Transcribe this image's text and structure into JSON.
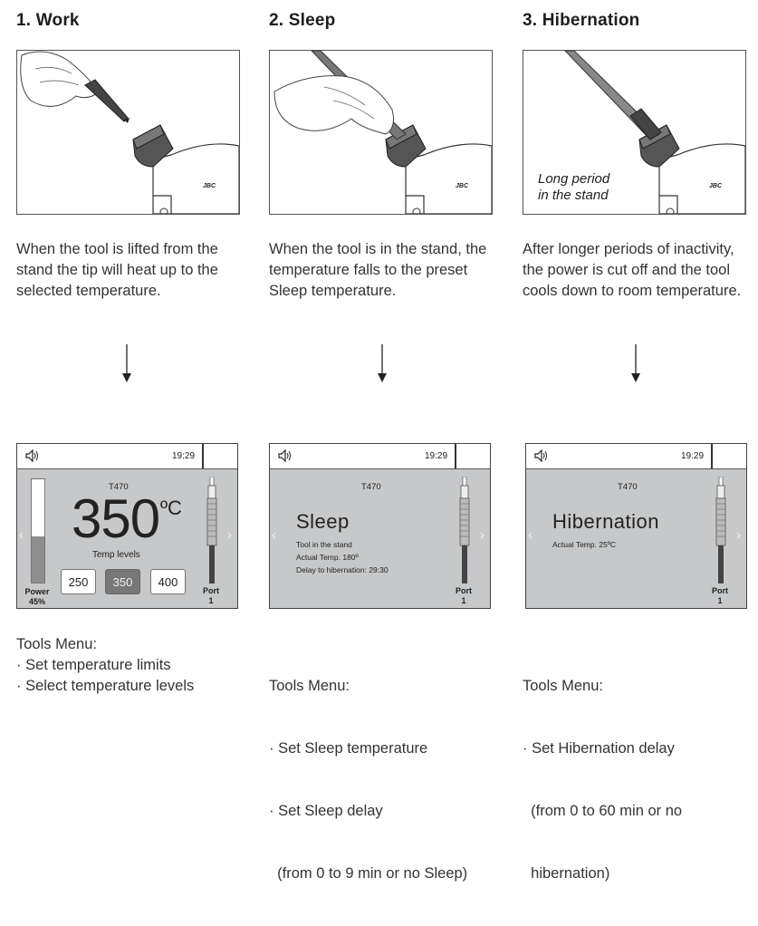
{
  "columns": [
    {
      "title": "1. Work",
      "description": "When the tool is lifted from the stand the tip will heat up to the selected temperature.",
      "photo_caption": "",
      "screen": {
        "clock": "19:29",
        "model": "T470",
        "temperature": "350",
        "unit": "ºC",
        "levels_label": "Temp levels",
        "levels": [
          "250",
          "350",
          "400"
        ],
        "selected_level": "350",
        "power_label": "Power",
        "power_value": "45%",
        "power_fraction": 0.45,
        "port_label": "Port",
        "port_number": "1"
      },
      "menu": {
        "heading": "Tools Menu:",
        "items": [
          "· Set temperature limits",
          "· Select temperature levels"
        ]
      }
    },
    {
      "title": "2. Sleep",
      "description": "When the tool is in the stand, the temperature falls to the preset Sleep temperature.",
      "photo_caption": "",
      "screen": {
        "clock": "19:29",
        "model": "T470",
        "mode": "Sleep",
        "info": [
          "Tool in the stand",
          "Actual Temp. 180º",
          "Delay to hibernation: 29:30"
        ],
        "port_label": "Port",
        "port_number": "1"
      },
      "menu": {
        "heading": "Tools Menu:",
        "items": [
          "· Set Sleep temperature",
          "· Set Sleep delay",
          "  (from 0 to 9 min or no Sleep)"
        ]
      }
    },
    {
      "title": "3. Hibernation",
      "description": "After longer periods of inactivity, the power is cut off and the tool cools down to room temperature.",
      "photo_caption": "Long period in the stand",
      "photo_caption_lines": [
        "Long period",
        "in the stand"
      ],
      "screen": {
        "clock": "19:29",
        "model": "T470",
        "mode": "Hibernation",
        "info": [
          "Actual Temp. 25ºC"
        ],
        "port_label": "Port",
        "port_number": "1"
      },
      "menu": {
        "heading": "Tools Menu:",
        "items": [
          "· Set Hibernation delay",
          "  (from 0 to 60 min or no",
          "  hibernation)"
        ]
      }
    }
  ],
  "icons": {
    "speaker": "speaker-icon",
    "left": "chevron-left-icon",
    "right": "chevron-right-icon",
    "arrow": "arrow-down-icon",
    "tool": "soldering-tool-icon"
  },
  "brand_logo": "JBC"
}
